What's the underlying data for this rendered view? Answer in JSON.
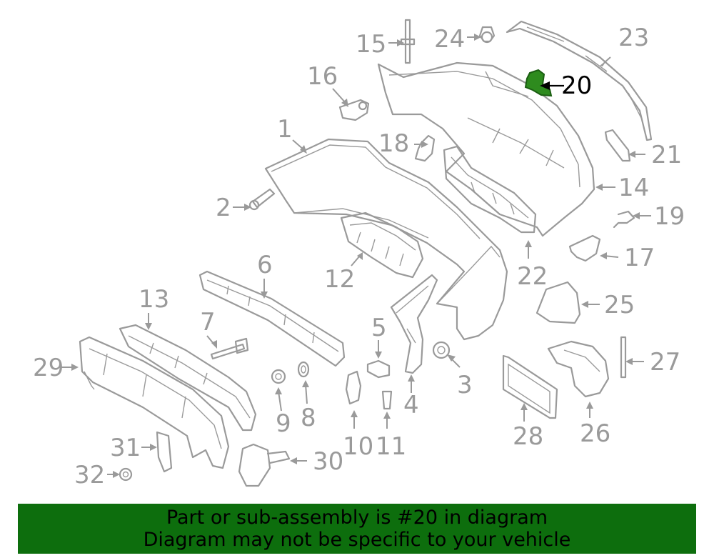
{
  "diagram": {
    "highlighted_part": "20",
    "highlight_color": "#2e8b1e",
    "callouts": [
      "1",
      "2",
      "3",
      "4",
      "5",
      "6",
      "7",
      "8",
      "9",
      "10",
      "11",
      "12",
      "13",
      "14",
      "15",
      "16",
      "17",
      "18",
      "19",
      "20",
      "21",
      "22",
      "23",
      "24",
      "25",
      "26",
      "27",
      "28",
      "29",
      "30",
      "31",
      "32"
    ]
  },
  "banner": {
    "line1": "Part or sub-assembly is #20 in diagram",
    "line2": "Diagram may not be specific to your vehicle",
    "background": "#0d6e0d"
  }
}
